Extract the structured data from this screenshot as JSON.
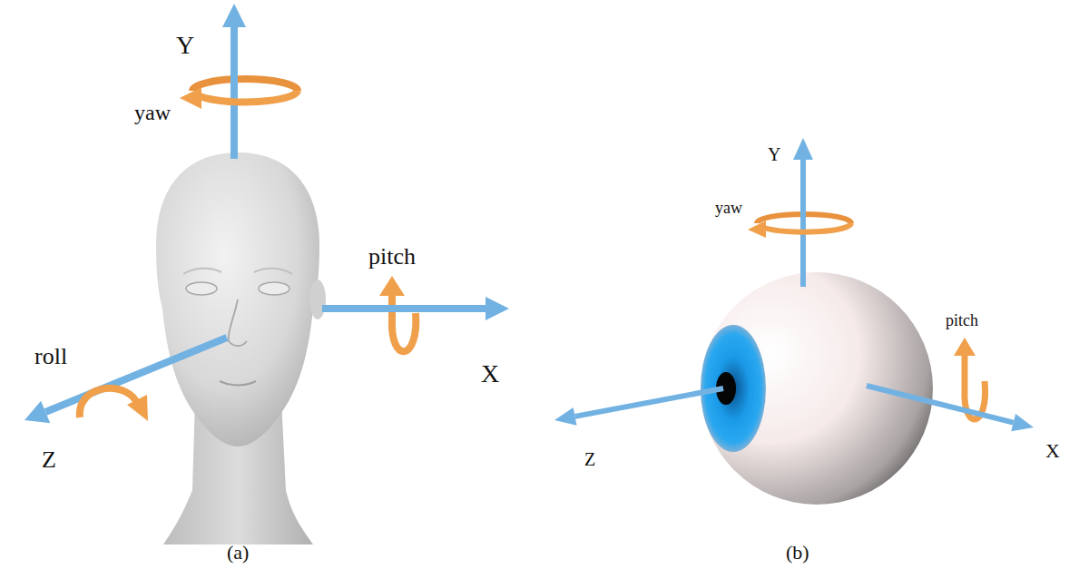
{
  "diagram": {
    "labels": [
      "Y",
      "yaw",
      "pitch",
      "roll",
      "X",
      "Z",
      "(a)",
      "Y",
      "yaw",
      "pitch",
      "Z",
      "X",
      "(b)"
    ]
  }
}
